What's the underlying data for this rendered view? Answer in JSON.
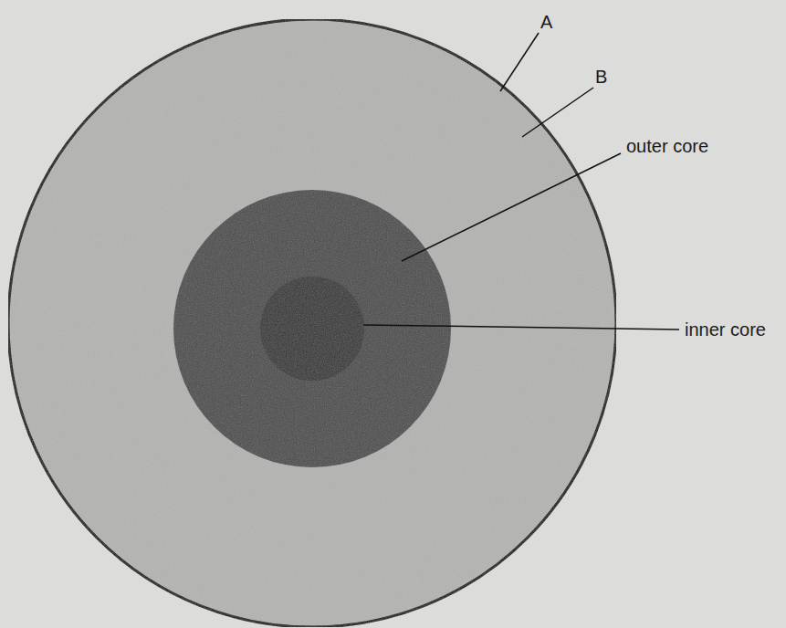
{
  "diagram": {
    "labels": [
      "A",
      "B",
      "outer core",
      "inner core"
    ]
  }
}
